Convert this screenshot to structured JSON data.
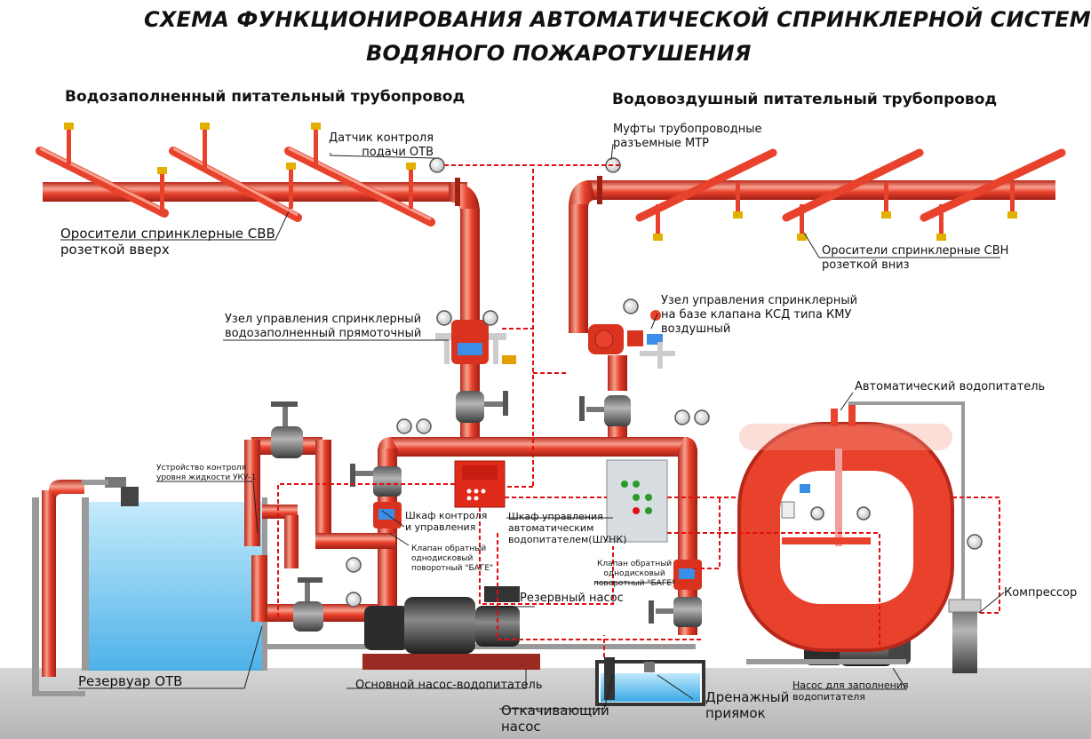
{
  "title": {
    "line1": "СХЕМА ФУНКЦИОНИРОВАНИЯ АВТОМАТИЧЕСКОЙ СПРИНКЛЕРНОЙ СИСТЕМЫ",
    "line2": "ВОДЯНОГО ПОЖАРОТУШЕНИЯ"
  },
  "sections": {
    "left": "Водозаполненный питательный трубопровод",
    "right": "Водовоздушный питательный трубопровод"
  },
  "labels": {
    "flow_sensor": [
      "Датчик контроля",
      "подачи ОТВ"
    ],
    "couplings": [
      "Муфты трубопроводные",
      "разъемные МТР"
    ],
    "sprinklers_up": [
      "Оросители спринклерные СВВ",
      "розеткой вверх"
    ],
    "sprinklers_down": [
      "Оросители спринклерные СВН",
      "розеткой вниз"
    ],
    "wet_valve": [
      "Узел управления спринклерный",
      "водозаполненный прямоточный"
    ],
    "dry_valve": [
      "Узел управления спринклерный",
      "на базе клапана КСД типа КМУ",
      "воздушный"
    ],
    "auto_feeder": "Автоматический водопитатель",
    "level_device": [
      "Устройство контроля",
      "уровня жидкости УКУ-1"
    ],
    "control_cabinet": [
      "Шкаф контроля",
      "и управления"
    ],
    "check_valve_left": [
      "Клапан обратный",
      "однодисковый",
      "поворотный \"БАГЕ\""
    ],
    "check_valve_right": [
      "Клапан обратный",
      "однодисковый",
      "поворотный \"БАГЕ\""
    ],
    "shunk": [
      "Шкаф управления",
      "автоматическим",
      "водопитателем(ШУНК)"
    ],
    "reserve_pump": "Резервный насос",
    "compressor": "Компрессор",
    "reservoir": "Резервуар ОТВ",
    "main_pump": "Основной насос-водопитатель",
    "drain_pump": [
      "Откачивающий",
      "насос"
    ],
    "drain_pit": [
      "Дренажный",
      "приямок"
    ],
    "fill_pump": [
      "Насос для заполнения",
      "водопитателя"
    ]
  },
  "colors": {
    "pipe": "#e8412c",
    "pipe_dark": "#b8271a",
    "pipe_light": "#f7a08e",
    "signal": "#e01010",
    "ground": "#c9c9c9",
    "water": "#8fd3f2",
    "valve_gray": "#8a8a8a",
    "cabinet": "#d8dde2"
  }
}
